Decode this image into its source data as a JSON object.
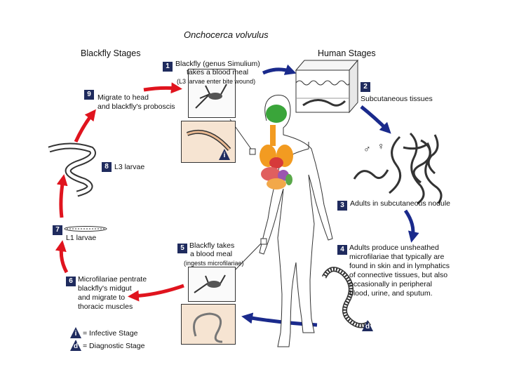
{
  "title": "Onchocerca volvulus",
  "sections": {
    "blackfly": "Blackfly Stages",
    "human": "Human Stages"
  },
  "stages": [
    {
      "num": "1",
      "lines": [
        "Blackfly (genus Simulium)",
        "takes a blood meal"
      ],
      "note": "(L3 larvae enter bite wound)"
    },
    {
      "num": "2",
      "lines": [
        "Subcutaneous tissues"
      ]
    },
    {
      "num": "3",
      "lines": [
        "Adults in subcutaneous nodule"
      ]
    },
    {
      "num": "4",
      "lines": [
        "Adults produce unsheathed",
        "microfilariae that typically are",
        "found in skin and in lymphatics",
        "of connective tissues,  but also",
        "occasionally in peripheral",
        "blood, urine, and sputum."
      ]
    },
    {
      "num": "5",
      "lines": [
        "Blackfly takes",
        "a blood meal"
      ],
      "note": "(ingests microfilariae)"
    },
    {
      "num": "6",
      "lines": [
        "Microfilariae pentrate",
        "blackfly's midgut",
        "and migrate to",
        "thoracic muscles"
      ]
    },
    {
      "num": "7",
      "lines": [
        "L1 larvae"
      ]
    },
    {
      "num": "8",
      "lines": [
        "L3 larvae"
      ]
    },
    {
      "num": "9",
      "lines": [
        "Migrate to head",
        "and blackfly's proboscis"
      ]
    }
  ],
  "sex_symbols": {
    "male": "♂",
    "female": "♀"
  },
  "legend": {
    "infective": {
      "glyph": "i",
      "label": "= Infective Stage"
    },
    "diagnostic": {
      "glyph": "d",
      "label": "= Diagnostic Stage"
    }
  },
  "colors": {
    "blue_arrow": "#1a2a8c",
    "red_arrow": "#e0141e",
    "badge": "#1f2b5e"
  }
}
